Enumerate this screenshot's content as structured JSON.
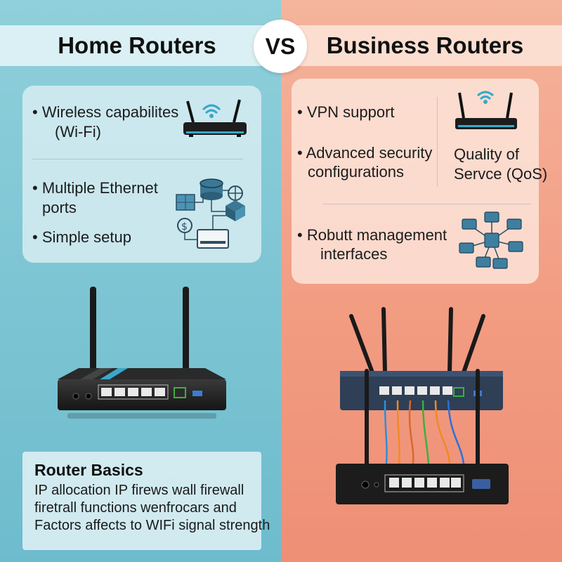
{
  "header": {
    "left_title": "Home Routers",
    "vs_label": "VS",
    "right_title": "Business Routers"
  },
  "home": {
    "features": [
      {
        "line1": "• Wireless capabilites",
        "line2": "(Wi-Fi)"
      },
      {
        "line1": "• Multiple Ethernet",
        "line2": "ports"
      },
      {
        "line1": "• Simple setup",
        "line2": ""
      }
    ],
    "icons": [
      "router-wifi-icon",
      "network-services-icon"
    ]
  },
  "business": {
    "features": [
      {
        "line1": "• VPN support",
        "line2": ""
      },
      {
        "line1": "• Advanced security",
        "line2": "configurations"
      },
      {
        "line1": "• Robutt management",
        "line2": "interfaces"
      }
    ],
    "qos": {
      "line1": "Quality of",
      "line2": "Servce (QoS)"
    },
    "icons": [
      "router-wifi-icon",
      "server-network-icon"
    ]
  },
  "basics": {
    "title": "Router Basics",
    "lines": [
      "IP allocation IP firews wall firewall",
      "firetrall functions wenfrocars and",
      "Factors affects to WIFi signal strength"
    ]
  },
  "colors": {
    "home_bg": "#7cc4d3",
    "business_bg": "#f29c82",
    "router_body": "#222222",
    "business_router_body": "#2e3f56",
    "cable_colors": [
      "#2f8fd8",
      "#f08a24",
      "#d8692a",
      "#3fae3f",
      "#2f6fd8"
    ]
  }
}
